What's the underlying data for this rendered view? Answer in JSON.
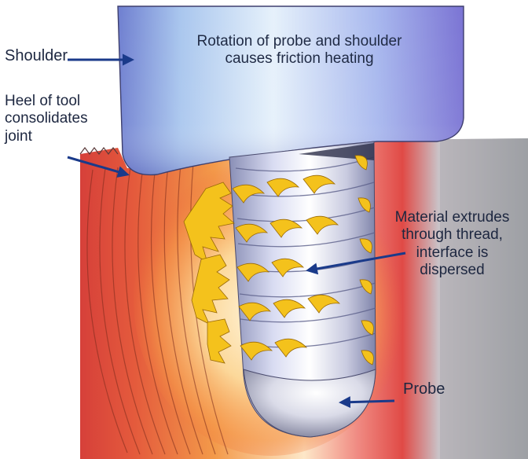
{
  "labels": {
    "shoulder": "Shoulder",
    "heel": [
      "Heel of tool",
      "consolidates",
      "joint"
    ],
    "rotation": [
      "Rotation of probe and shoulder",
      "causes friction heating"
    ],
    "material": [
      "Material extrudes",
      "through thread,",
      "interface is",
      "dispersed"
    ],
    "probe": "Probe"
  },
  "colors": {
    "arrow": "#1a3a8a",
    "label_text": "#1d2740",
    "material_flow": "#f4c21c",
    "hot_zone": "#e8402a",
    "cold_plate": "#a7a9ad"
  }
}
